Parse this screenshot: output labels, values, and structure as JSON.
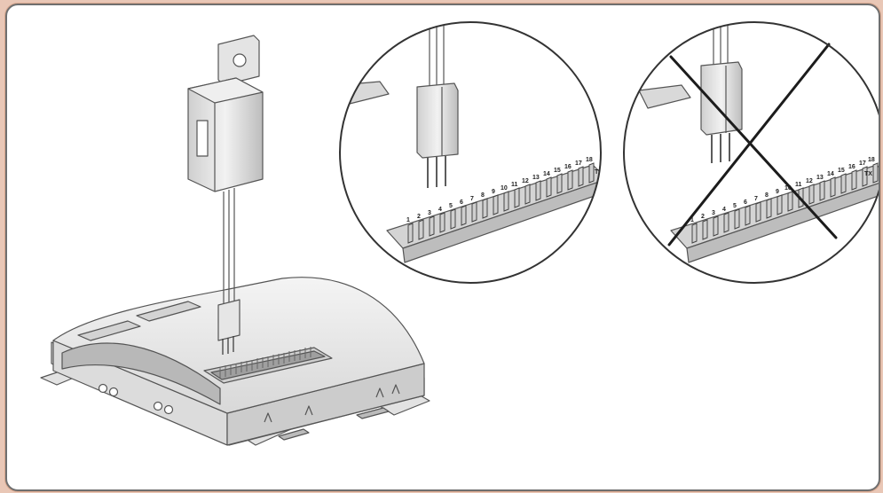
{
  "figure": {
    "frame_color": "#6f6f6f",
    "background_color": "#e9c7b6",
    "panels": [
      {
        "name": "controller-with-probe",
        "content": "probe inserted into connector"
      },
      {
        "name": "correct-detail",
        "content": "correct insertion magnified"
      },
      {
        "name": "incorrect-detail",
        "content": "incorrect insertion crossed out"
      }
    ],
    "connector_pin_numbers": [
      "1",
      "2",
      "3",
      "4",
      "5",
      "6",
      "7",
      "8",
      "9",
      "10",
      "11",
      "12",
      "13",
      "14",
      "15",
      "16",
      "17",
      "18"
    ],
    "connector_end_label": "TX",
    "icons": [
      "probe-icon",
      "controller-icon",
      "magnifier-circle-icon",
      "cross-mark-icon"
    ]
  }
}
